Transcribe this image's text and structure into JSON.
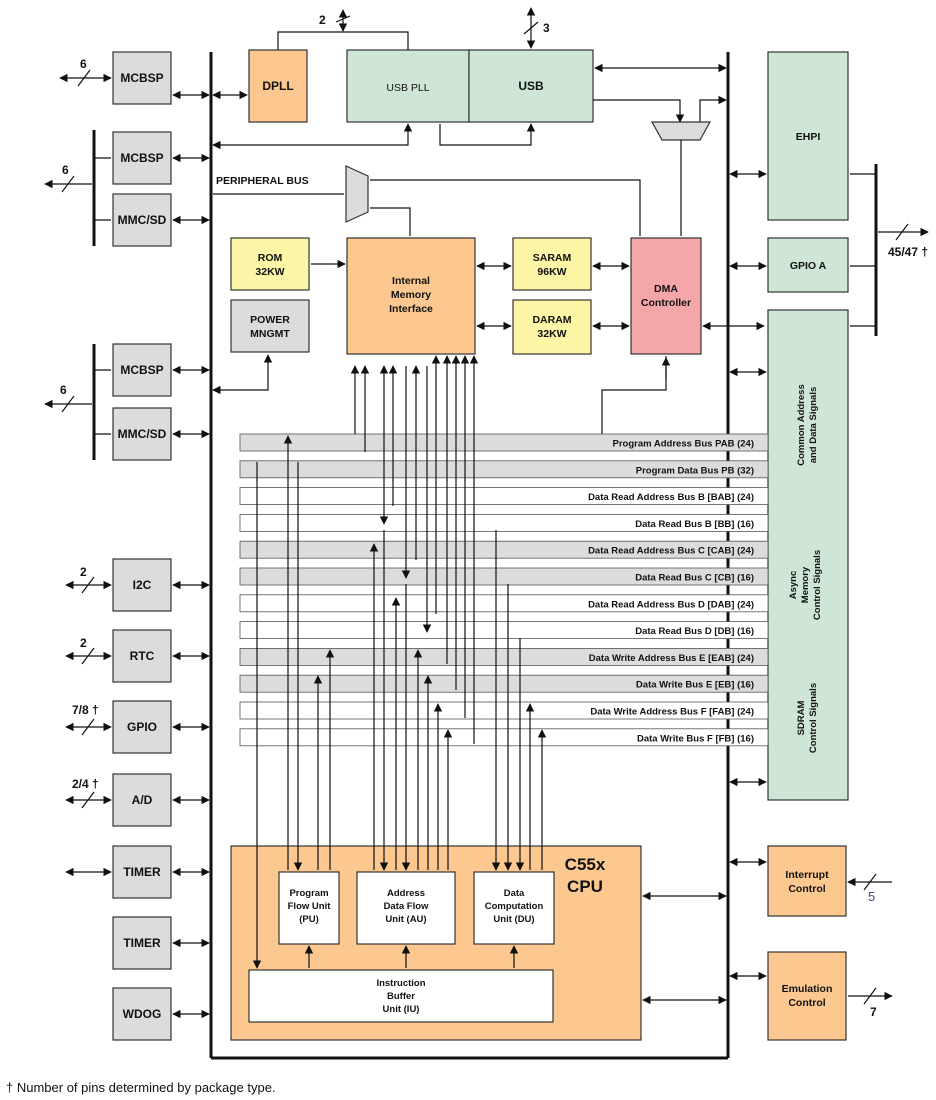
{
  "blocks": {
    "mcbsp1": "MCBSP",
    "mcbsp2": "MCBSP",
    "mmcsd1": "MMC/SD",
    "mcbsp3": "MCBSP",
    "mmcsd2": "MMC/SD",
    "i2c": "I2C",
    "rtc": "RTC",
    "gpio": "GPIO",
    "ad": "A/D",
    "timer1": "TIMER",
    "timer2": "TIMER",
    "wdog": "WDOG",
    "dpll": "DPLL",
    "usbpll": "USB PLL",
    "usb": "USB",
    "ehpi": "EHPI",
    "gpioa": "GPIO A",
    "rom": [
      "ROM",
      "32KW"
    ],
    "power": [
      "POWER",
      "MNGMT"
    ],
    "imi": [
      "Internal",
      "Memory",
      "Interface"
    ],
    "saram": [
      "SARAM",
      "96KW"
    ],
    "daram": [
      "DARAM",
      "32KW"
    ],
    "dma": [
      "DMA",
      "Controller"
    ],
    "common_signals": [
      "Common Address",
      "and Data  Signals"
    ],
    "async_signals": [
      "Async",
      "Memory",
      "Control Signals"
    ],
    "sdram_signals": [
      "SDRAM",
      "Control Signals"
    ],
    "interrupt": [
      "Interrupt",
      "Control"
    ],
    "emulation": [
      "Emulation",
      "Control"
    ],
    "cpu_title": [
      "C55x",
      "CPU"
    ],
    "pu": [
      "Program",
      "Flow Unit",
      "(PU)"
    ],
    "au": [
      "Address",
      "Data Flow",
      "Unit (AU)"
    ],
    "du": [
      "Data",
      "Computation",
      "Unit (DU)"
    ],
    "iu": [
      "Instruction",
      "Buffer",
      "Unit (IU)"
    ]
  },
  "peripheral_bus_label": "PERIPHERAL BUS",
  "buses": [
    "Program Address Bus PAB (24)",
    "Program Data Bus PB (32)",
    "Data Read Address Bus B [BAB] (24)",
    "Data Read Bus B [BB] (16)",
    "Data Read Address Bus C [CAB] (24)",
    "Data Read Bus C [CB] (16)",
    "Data Read Address Bus D [DAB] (24)",
    "Data Read Bus D [DB] (16)",
    "Data Write Address Bus E [EAB] (24)",
    "Data Write Bus E [EB] (16)",
    "Data Write Address Bus F [FAB] (24)",
    "Data Write Bus F [FB] (16)"
  ],
  "pin_labels": {
    "mcbsp1": "6",
    "group1": "6",
    "group2": "6",
    "i2c": "2",
    "rtc": "2",
    "gpio": "7/8 †",
    "ad": "2/4 †",
    "dpll": "2",
    "usb": "3",
    "ehpi_gpioa": "45/47 †",
    "interrupt": "5",
    "emulation": "7"
  },
  "footnote": "† Number of pins determined by package type.",
  "colors": {
    "gray": "#dcdcdc",
    "orange": "#fcc890",
    "green": "#cfe6d6",
    "yellow": "#fdf6a6",
    "pink": "#f4a6a9",
    "cpu": "#fcc890"
  }
}
